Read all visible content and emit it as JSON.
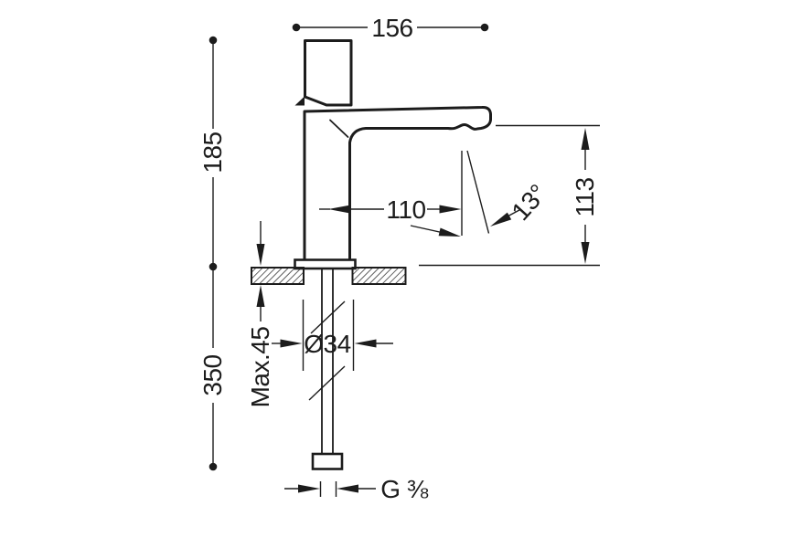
{
  "drawing": {
    "colors": {
      "line": "#1c1c1c",
      "background": "#ffffff"
    },
    "dimensions": {
      "total_depth": "156",
      "height_above_deck": "185",
      "height_below_deck": "350",
      "spout_reach": "110",
      "spout_outlet_height": "113",
      "stream_angle": "13°",
      "hole_diameter": "Ø34",
      "max_deck_thickness": "Max.45",
      "supply_thread": "G ⅜"
    }
  }
}
